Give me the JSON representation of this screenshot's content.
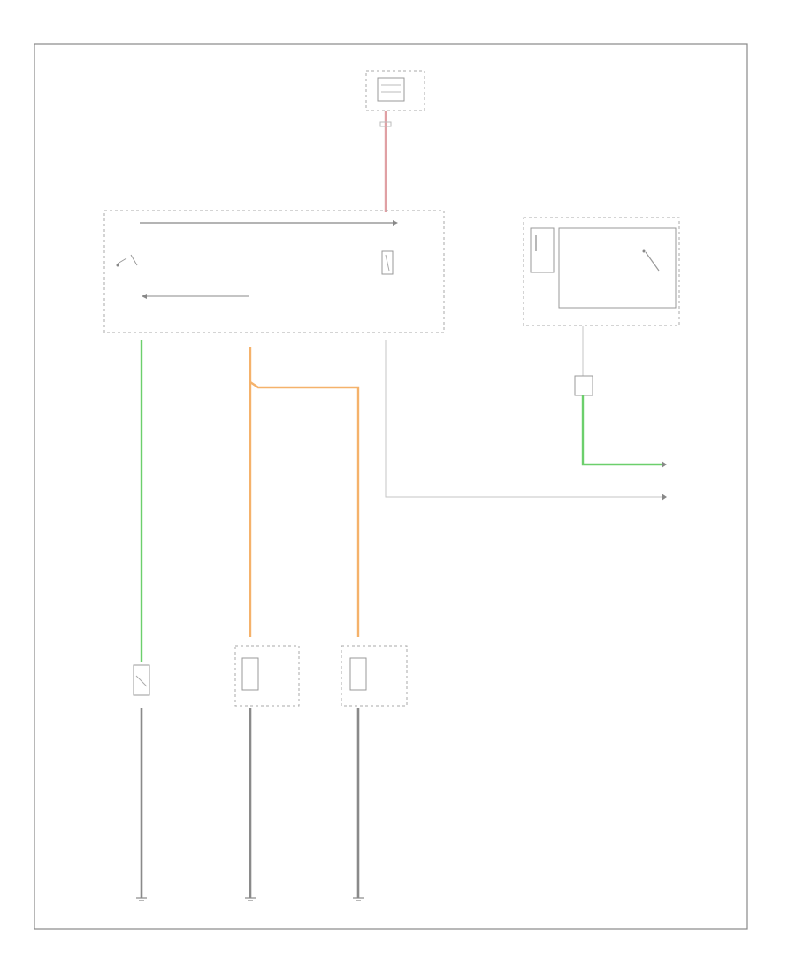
{
  "page_id_label": "",
  "colors": {
    "wire_red": "#e0a0a4",
    "wire_green": "#6ccf6c",
    "wire_orange": "#f5b26b",
    "wire_gray": "#9a9a9a",
    "frame": "#888888"
  },
  "components": [
    {
      "id": "fuse-source",
      "label": ""
    },
    {
      "id": "fuse-relay-block",
      "label": ""
    },
    {
      "id": "passenger-presence-module",
      "label": ""
    },
    {
      "id": "passenger-airbag-indicator",
      "label": ""
    },
    {
      "id": "driver-seat-belt-switch",
      "label": ""
    },
    {
      "id": "driver-airbag-sensor",
      "label": ""
    },
    {
      "id": "passenger-airbag-sensor",
      "label": ""
    }
  ],
  "grounds": [
    {
      "id": "ground-left",
      "label": ""
    },
    {
      "id": "ground-middle",
      "label": ""
    },
    {
      "id": "ground-right",
      "label": ""
    }
  ]
}
